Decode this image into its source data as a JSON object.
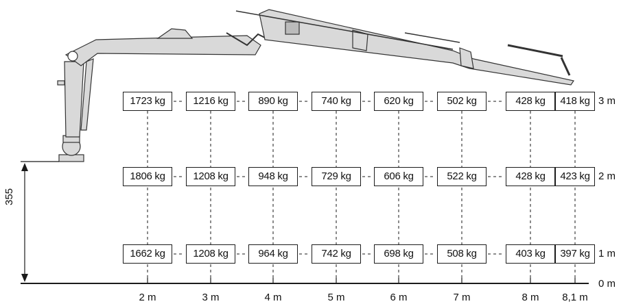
{
  "chart_data": {
    "type": "table",
    "x": [
      "2 m",
      "3 m",
      "4 m",
      "5 m",
      "6 m",
      "7 m",
      "8 m",
      "8,1 m"
    ],
    "y": [
      "3 m",
      "2 m",
      "1 m",
      "0 m"
    ],
    "rows": [
      {
        "height": "3 m",
        "values": [
          "1723 kg",
          "1216 kg",
          "890 kg",
          "740 kg",
          "620 kg",
          "502 kg",
          "428 kg",
          "418 kg"
        ]
      },
      {
        "height": "2 m",
        "values": [
          "1806 kg",
          "1208 kg",
          "948 kg",
          "729 kg",
          "606 kg",
          "522 kg",
          "428 kg",
          "423 kg"
        ]
      },
      {
        "height": "1 m",
        "values": [
          "1662 kg",
          "1208 kg",
          "964 kg",
          "742 kg",
          "698 kg",
          "508 kg",
          "403 kg",
          "397 kg"
        ]
      }
    ]
  },
  "dimension": {
    "value": "355"
  },
  "colors": {
    "line": "#1a1a1a",
    "crane_fill": "#d9d9d9",
    "crane_stroke": "#333333"
  }
}
